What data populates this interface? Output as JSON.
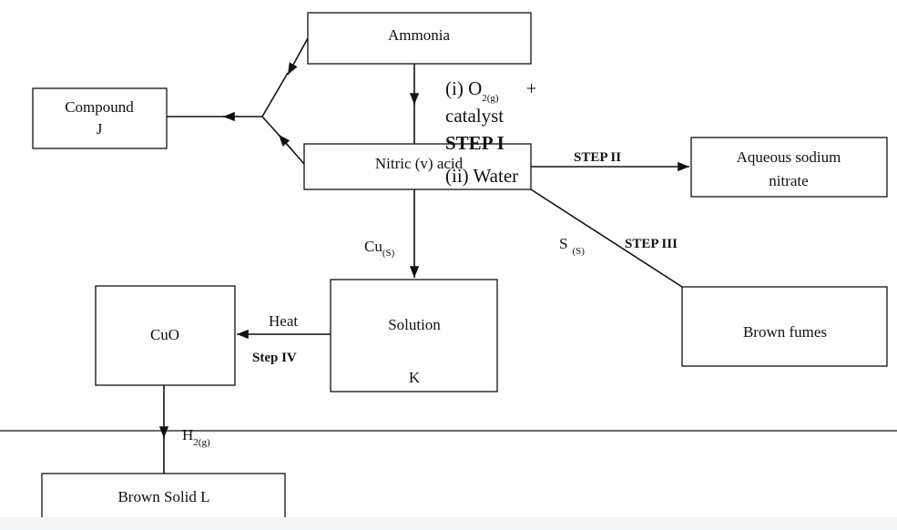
{
  "boxes": {
    "ammonia": "Ammonia",
    "compound_j": [
      "Compound",
      "J"
    ],
    "nitric_acid": "Nitric (v) acid",
    "aqueous_sodium_nitrate": [
      "Aqueous sodium",
      "nitrate"
    ],
    "solution_k": [
      "Solution",
      "K"
    ],
    "cuo": "CuO",
    "brown_fumes": "Brown fumes",
    "brown_solid_l": "Brown Solid L"
  },
  "labels": {
    "step1_line1": {
      "main": "(i)     O",
      "sub": "2(g)",
      "tail": "+"
    },
    "step1_line2": "catalyst",
    "step1_title": "STEP I",
    "step1_line3": "(ii) Water",
    "step2": "STEP II",
    "step3": "STEP III",
    "step4": "Step IV",
    "heat": "Heat",
    "cu": {
      "main": "Cu",
      "sub": "(S)"
    },
    "s": {
      "main": "S",
      "sub": "(S)"
    },
    "h2": {
      "main": "H",
      "sub": "2(g)"
    }
  }
}
